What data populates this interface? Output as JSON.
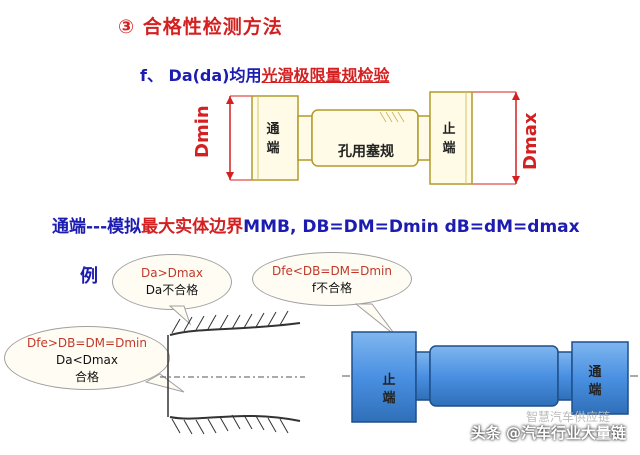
{
  "title": "③ 合格性检测方法",
  "subtitle": {
    "prefix": "f、 Da(da)均用",
    "highlight": "光滑极限量规检验"
  },
  "plug_gauge_top": {
    "left_end": [
      "通",
      "端"
    ],
    "middle": "孔用塞规",
    "right_end": [
      "止",
      "端"
    ],
    "dim_left": "Dmin",
    "dim_right": "Dmax"
  },
  "mmb_line": {
    "part1": "通端---模拟",
    "part2": "最大实体边界",
    "part3": "MMB, DB=DM=Dmin  dB=dM=dmax"
  },
  "example_label": "例",
  "bubbles": {
    "top_left": {
      "line1": "Da>Dmax",
      "line2": "Da不合格"
    },
    "top_right": {
      "line1": "Dfe<DB=DM=Dmin",
      "line2": "f不合格"
    },
    "left": {
      "line1": "Dfe>DB=DM=Dmin",
      "line2": "Da<Dmax",
      "line3": "合格"
    }
  },
  "plug_gauge_bottom": {
    "left_end": [
      "止",
      "端"
    ],
    "right_end": [
      "通",
      "端"
    ]
  },
  "watermark": {
    "text": "头条 @汽车行业大量链",
    "faint": "智慧汽车供应链"
  },
  "colors": {
    "title": "#d42020",
    "text_blue": "#1c1cb0",
    "gauge_yellow": "#fffbe6",
    "gauge_blue": "#4a90e2"
  }
}
